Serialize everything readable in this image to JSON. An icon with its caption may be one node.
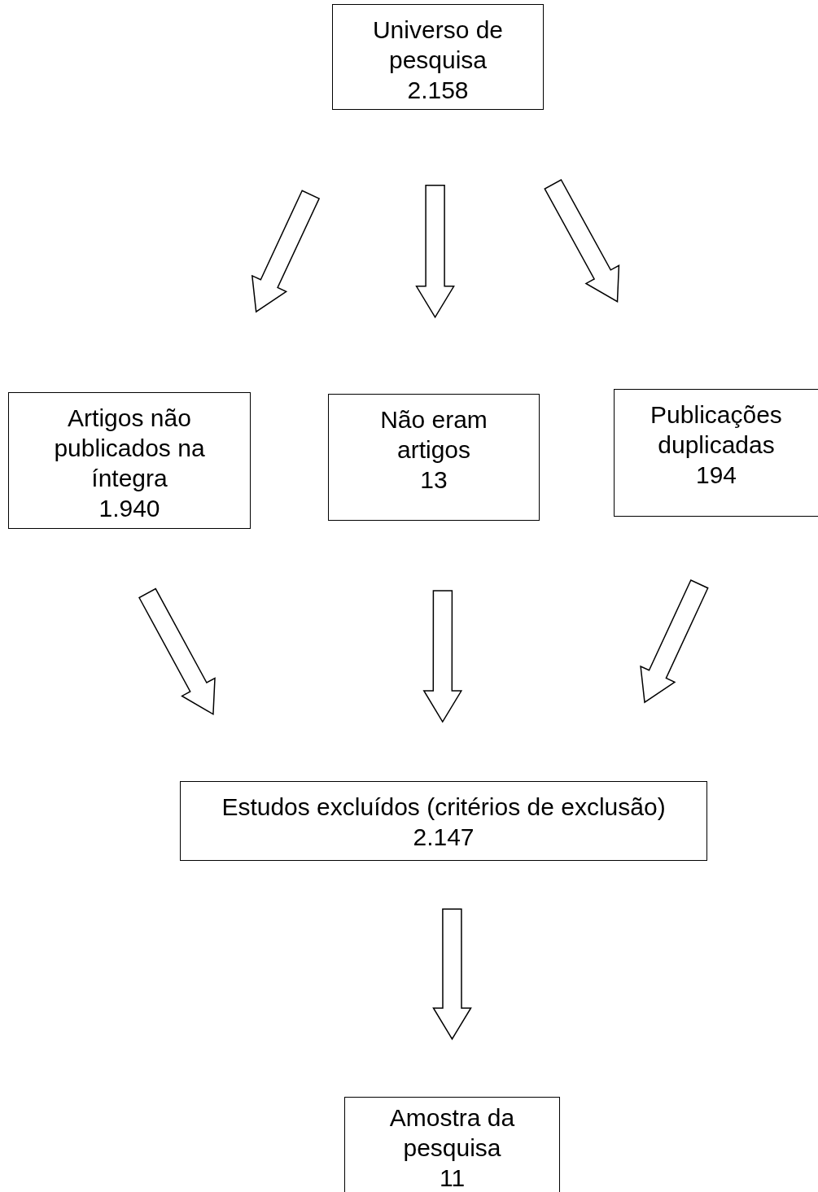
{
  "diagram": {
    "nodes": [
      {
        "text": [
          "Universo de pesquisa",
          "2.158"
        ]
      },
      {
        "text": [
          "Artigos não publicados na íntegra",
          "1.940"
        ]
      },
      {
        "text": [
          "Não eram artigos",
          "13"
        ]
      },
      {
        "text": [
          "Publicações duplicadas",
          "194"
        ]
      },
      {
        "text": [
          "Estudos excluídos (critérios de exclusão)",
          "2.147"
        ]
      },
      {
        "text": [
          "Amostra da pesquisa",
          "11"
        ]
      }
    ],
    "edges": [
      {
        "from": 0,
        "to": 1,
        "arrow": "to"
      },
      {
        "from": 0,
        "to": 2,
        "arrow": "to"
      },
      {
        "from": 0,
        "to": 3,
        "arrow": "to"
      },
      {
        "from": 1,
        "to": 4,
        "arrow": "to"
      },
      {
        "from": 2,
        "to": 4,
        "arrow": "to"
      },
      {
        "from": 3,
        "to": 4,
        "arrow": "to"
      },
      {
        "from": 4,
        "to": 5,
        "arrow": "to"
      }
    ]
  }
}
